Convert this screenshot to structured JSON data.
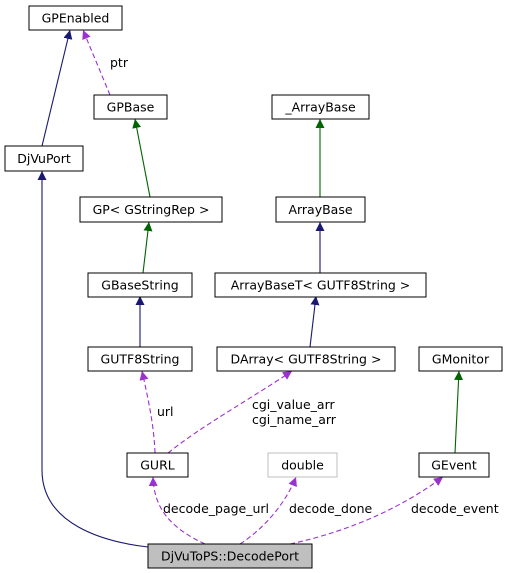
{
  "colors": {
    "public_inheritance": "#191970",
    "protected_inheritance": "#006400",
    "usage": "#9a32cd",
    "focus_fill": "#bfbfbf"
  },
  "nodes": {
    "gpenabled": "GPEnabled",
    "gpbase": "GPBase",
    "djvuport": "DjVuPort",
    "gp_gstringrep": "GP< GStringRep >",
    "gbasestring": "GBaseString",
    "gutf8string": "GUTF8String",
    "gurl": "GURL",
    "arraybase_underscore": "_ArrayBase",
    "arraybase": "ArrayBase",
    "arraybaset": "ArrayBaseT< GUTF8String >",
    "darray": "DArray< GUTF8String >",
    "double": "double",
    "gmonitor": "GMonitor",
    "gevent": "GEvent",
    "decodeport": "DjVuToPS::DecodePort"
  },
  "edge_labels": {
    "ptr": "ptr",
    "url": "url",
    "cgi_value_arr": "cgi_value_arr",
    "cgi_name_arr": "cgi_name_arr",
    "decode_page_url": "decode_page_url",
    "decode_done": "decode_done",
    "decode_event": "decode_event"
  }
}
